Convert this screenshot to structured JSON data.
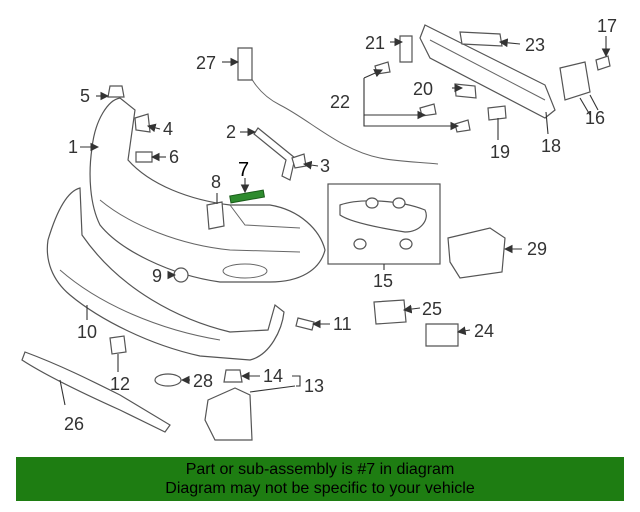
{
  "diagram": {
    "callouts": [
      "1",
      "2",
      "3",
      "4",
      "5",
      "6",
      "7",
      "8",
      "9",
      "10",
      "11",
      "12",
      "13",
      "14",
      "15",
      "16",
      "17",
      "18",
      "19",
      "20",
      "21",
      "22",
      "23",
      "24",
      "25",
      "26",
      "27",
      "28",
      "29"
    ],
    "highlighted_part": "7",
    "highlight_color": "#2e8b2e"
  },
  "banner": {
    "line1": "Part or sub-assembly is #7 in diagram",
    "line2": "Diagram may not be specific to your vehicle",
    "background": "#1e7d12"
  }
}
